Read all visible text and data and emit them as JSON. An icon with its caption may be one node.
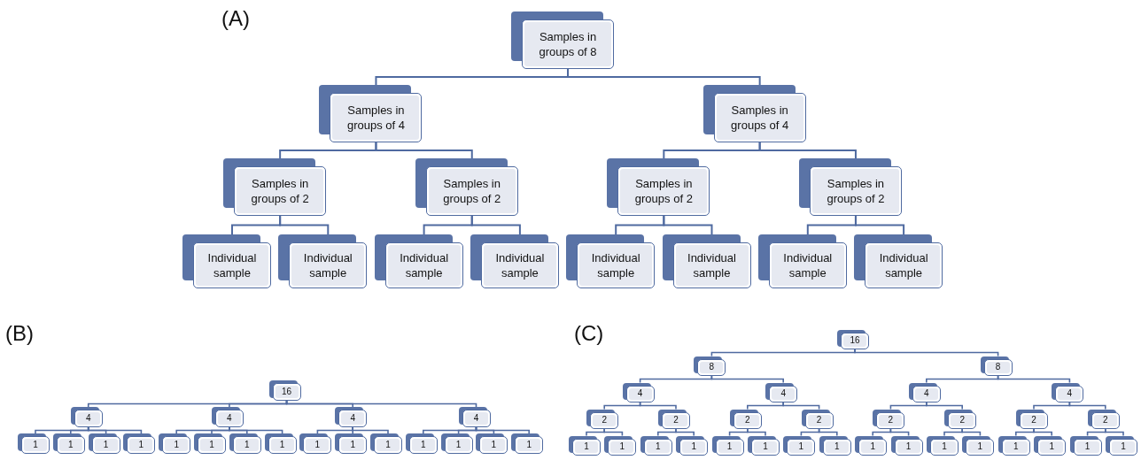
{
  "diagram": {
    "nodes": [
      {
        "text": [
          "Samples in groups of 8"
        ]
      },
      {
        "text": [
          "Samples in groups of 4"
        ]
      },
      {
        "text": [
          "Samples in groups of 4"
        ]
      },
      {
        "text": [
          "Samples in groups of 2"
        ]
      },
      {
        "text": [
          "Samples in groups of 2"
        ]
      },
      {
        "text": [
          "Samples in groups of 2"
        ]
      },
      {
        "text": [
          "Samples in groups of 2"
        ]
      },
      {
        "text": [
          "Individual sample"
        ]
      },
      {
        "text": [
          "Individual sample"
        ]
      },
      {
        "text": [
          "Individual sample"
        ]
      },
      {
        "text": [
          "Individual sample"
        ]
      },
      {
        "text": [
          "Individual sample"
        ]
      },
      {
        "text": [
          "Individual sample"
        ]
      },
      {
        "text": [
          "Individual sample"
        ]
      },
      {
        "text": [
          "Individual sample"
        ]
      },
      {
        "text": [
          "16"
        ]
      },
      {
        "text": [
          "4"
        ]
      },
      {
        "text": [
          "4"
        ]
      },
      {
        "text": [
          "4"
        ]
      },
      {
        "text": [
          "4"
        ]
      },
      {
        "text": [
          "1"
        ]
      },
      {
        "text": [
          "1"
        ]
      },
      {
        "text": [
          "1"
        ]
      },
      {
        "text": [
          "1"
        ]
      },
      {
        "text": [
          "1"
        ]
      },
      {
        "text": [
          "1"
        ]
      },
      {
        "text": [
          "1"
        ]
      },
      {
        "text": [
          "1"
        ]
      },
      {
        "text": [
          "1"
        ]
      },
      {
        "text": [
          "1"
        ]
      },
      {
        "text": [
          "1"
        ]
      },
      {
        "text": [
          "1"
        ]
      },
      {
        "text": [
          "1"
        ]
      },
      {
        "text": [
          "1"
        ]
      },
      {
        "text": [
          "1"
        ]
      },
      {
        "text": [
          "16"
        ]
      },
      {
        "text": [
          "8"
        ]
      },
      {
        "text": [
          "8"
        ]
      },
      {
        "text": [
          "4"
        ]
      },
      {
        "text": [
          "4"
        ]
      },
      {
        "text": [
          "4"
        ]
      },
      {
        "text": [
          "4"
        ]
      },
      {
        "text": [
          "2"
        ]
      },
      {
        "text": [
          "2"
        ]
      },
      {
        "text": [
          "2"
        ]
      },
      {
        "text": [
          "2"
        ]
      },
      {
        "text": [
          "2"
        ]
      },
      {
        "text": [
          "2"
        ]
      },
      {
        "text": [
          "2"
        ]
      },
      {
        "text": [
          "2"
        ]
      },
      {
        "text": [
          "1"
        ]
      },
      {
        "text": [
          "1"
        ]
      },
      {
        "text": [
          "1"
        ]
      },
      {
        "text": [
          "1"
        ]
      },
      {
        "text": [
          "1"
        ]
      },
      {
        "text": [
          "1"
        ]
      },
      {
        "text": [
          "1"
        ]
      },
      {
        "text": [
          "1"
        ]
      },
      {
        "text": [
          "1"
        ]
      },
      {
        "text": [
          "1"
        ]
      },
      {
        "text": [
          "1"
        ]
      },
      {
        "text": [
          "1"
        ]
      },
      {
        "text": [
          "1"
        ]
      },
      {
        "text": [
          "1"
        ]
      },
      {
        "text": [
          "1"
        ]
      },
      {
        "text": [
          "1"
        ]
      }
    ],
    "edges": [
      {
        "from": 0,
        "to": 1,
        "arrow": "none"
      },
      {
        "from": 0,
        "to": 2,
        "arrow": "none"
      },
      {
        "from": 1,
        "to": 3,
        "arrow": "none"
      },
      {
        "from": 1,
        "to": 4,
        "arrow": "none"
      },
      {
        "from": 2,
        "to": 5,
        "arrow": "none"
      },
      {
        "from": 2,
        "to": 6,
        "arrow": "none"
      },
      {
        "from": 3,
        "to": 7,
        "arrow": "none"
      },
      {
        "from": 3,
        "to": 8,
        "arrow": "none"
      },
      {
        "from": 4,
        "to": 9,
        "arrow": "none"
      },
      {
        "from": 4,
        "to": 10,
        "arrow": "none"
      },
      {
        "from": 5,
        "to": 11,
        "arrow": "none"
      },
      {
        "from": 5,
        "to": 12,
        "arrow": "none"
      },
      {
        "from": 6,
        "to": 13,
        "arrow": "none"
      },
      {
        "from": 6,
        "to": 14,
        "arrow": "none"
      },
      {
        "from": 15,
        "to": 16,
        "arrow": "none"
      },
      {
        "from": 15,
        "to": 17,
        "arrow": "none"
      },
      {
        "from": 15,
        "to": 18,
        "arrow": "none"
      },
      {
        "from": 15,
        "to": 19,
        "arrow": "none"
      },
      {
        "from": 16,
        "to": 20,
        "arrow": "none"
      },
      {
        "from": 16,
        "to": 21,
        "arrow": "none"
      },
      {
        "from": 16,
        "to": 22,
        "arrow": "none"
      },
      {
        "from": 16,
        "to": 23,
        "arrow": "none"
      },
      {
        "from": 17,
        "to": 24,
        "arrow": "none"
      },
      {
        "from": 17,
        "to": 25,
        "arrow": "none"
      },
      {
        "from": 17,
        "to": 26,
        "arrow": "none"
      },
      {
        "from": 17,
        "to": 27,
        "arrow": "none"
      },
      {
        "from": 18,
        "to": 28,
        "arrow": "none"
      },
      {
        "from": 18,
        "to": 29,
        "arrow": "none"
      },
      {
        "from": 18,
        "to": 30,
        "arrow": "none"
      },
      {
        "from": 19,
        "to": 31,
        "arrow": "none"
      },
      {
        "from": 19,
        "to": 32,
        "arrow": "none"
      },
      {
        "from": 19,
        "to": 33,
        "arrow": "none"
      },
      {
        "from": 19,
        "to": 34,
        "arrow": "none"
      },
      {
        "from": 35,
        "to": 36,
        "arrow": "none"
      },
      {
        "from": 35,
        "to": 37,
        "arrow": "none"
      },
      {
        "from": 36,
        "to": 38,
        "arrow": "none"
      },
      {
        "from": 36,
        "to": 39,
        "arrow": "none"
      },
      {
        "from": 37,
        "to": 40,
        "arrow": "none"
      },
      {
        "from": 37,
        "to": 41,
        "arrow": "none"
      },
      {
        "from": 38,
        "to": 42,
        "arrow": "none"
      },
      {
        "from": 38,
        "to": 43,
        "arrow": "none"
      },
      {
        "from": 39,
        "to": 44,
        "arrow": "none"
      },
      {
        "from": 39,
        "to": 45,
        "arrow": "none"
      },
      {
        "from": 40,
        "to": 46,
        "arrow": "none"
      },
      {
        "from": 40,
        "to": 47,
        "arrow": "none"
      },
      {
        "from": 41,
        "to": 48,
        "arrow": "none"
      },
      {
        "from": 41,
        "to": 49,
        "arrow": "none"
      },
      {
        "from": 42,
        "to": 50,
        "arrow": "none"
      },
      {
        "from": 42,
        "to": 51,
        "arrow": "none"
      },
      {
        "from": 43,
        "to": 52,
        "arrow": "none"
      },
      {
        "from": 43,
        "to": 53,
        "arrow": "none"
      },
      {
        "from": 44,
        "to": 54,
        "arrow": "none"
      },
      {
        "from": 44,
        "to": 55,
        "arrow": "none"
      },
      {
        "from": 45,
        "to": 56,
        "arrow": "none"
      },
      {
        "from": 45,
        "to": 57,
        "arrow": "none"
      },
      {
        "from": 46,
        "to": 58,
        "arrow": "none"
      },
      {
        "from": 46,
        "to": 59,
        "arrow": "none"
      },
      {
        "from": 47,
        "to": 60,
        "arrow": "none"
      },
      {
        "from": 47,
        "to": 61,
        "arrow": "none"
      },
      {
        "from": 48,
        "to": 62,
        "arrow": "none"
      },
      {
        "from": 48,
        "to": 63,
        "arrow": "none"
      },
      {
        "from": 49,
        "to": 64,
        "arrow": "none"
      },
      {
        "from": 49,
        "to": 65,
        "arrow": "none"
      }
    ],
    "labels": [
      "(A)",
      "(B)",
      "(C)"
    ]
  }
}
